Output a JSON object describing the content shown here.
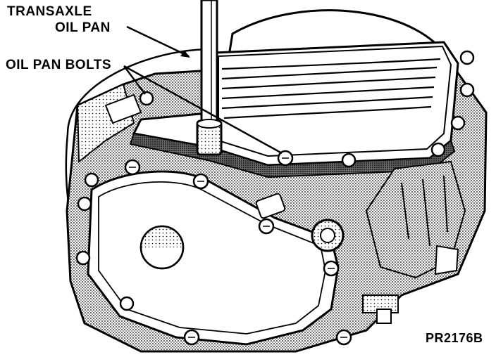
{
  "labels": {
    "oil_pan_line1": "TRANSAXLE",
    "oil_pan_line2": "OIL PAN",
    "bolts": "OIL PAN BOLTS",
    "figure_code": "PR2176B"
  },
  "colors": {
    "ink": "#000000",
    "paper": "#ffffff",
    "shade": "#9a9a9a",
    "shade_dark": "#5a5a5a"
  }
}
